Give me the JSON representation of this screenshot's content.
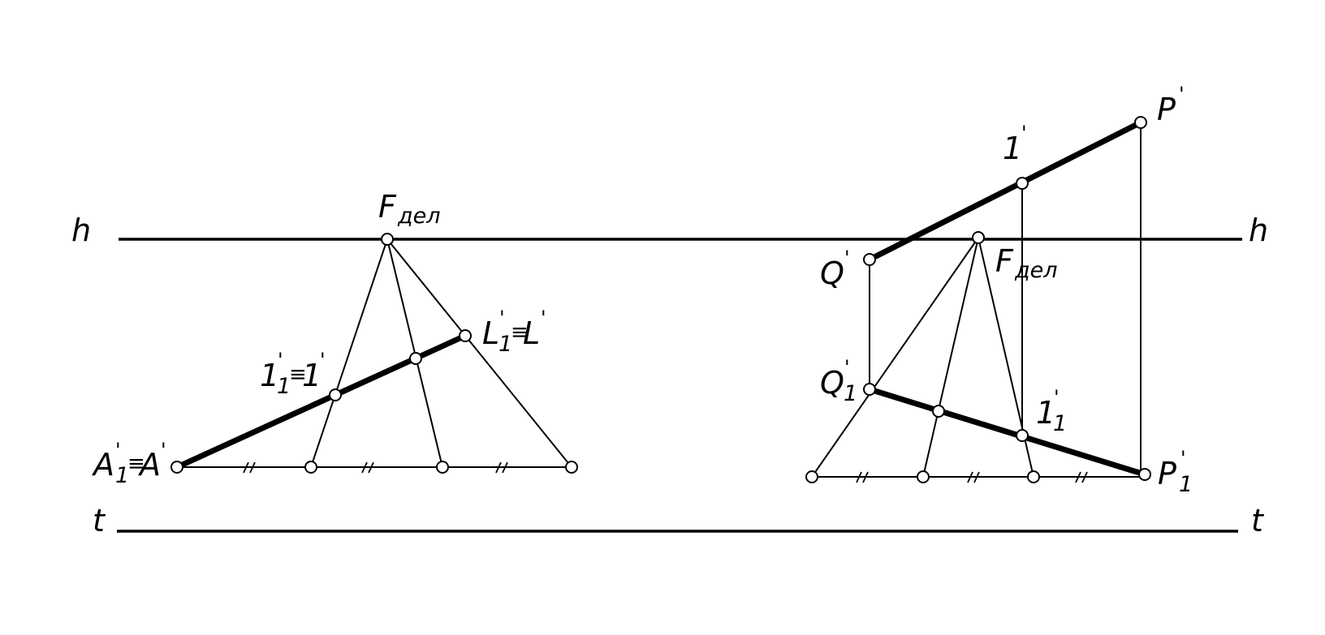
{
  "lines": {
    "horizon_left": "h",
    "horizon_right": "h",
    "ground_left": "t",
    "ground_right": "t"
  },
  "labels": {
    "prime": "'",
    "sub_one": "1",
    "equiv": "≡",
    "F": "F",
    "del": "дел",
    "A": "A",
    "L": "L",
    "one": "1",
    "Q": "Q",
    "P": "P"
  },
  "division_mark": "//",
  "colors": {
    "ink": "#000000",
    "paper": "#ffffff"
  }
}
